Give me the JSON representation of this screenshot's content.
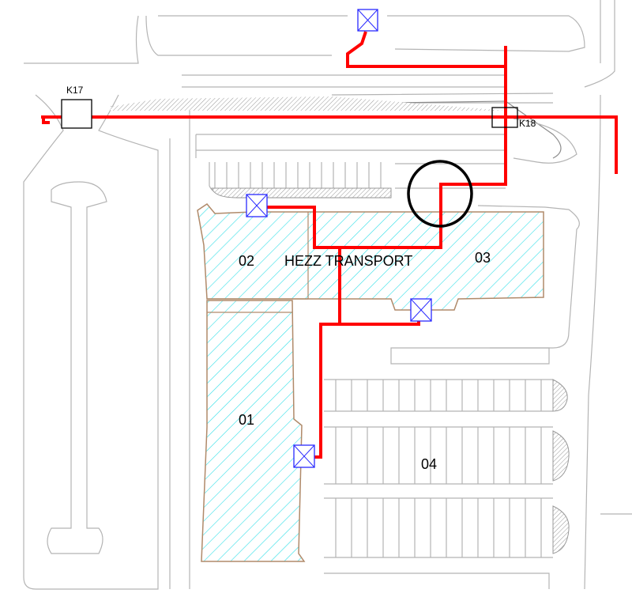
{
  "title": "Site utility plan",
  "labels": {
    "manhole_k17": "K17",
    "manhole_k18": "K18",
    "building_02": "02",
    "building_03": "03",
    "building_01": "01",
    "parking_04": "04",
    "company": "HEZZ TRANSPORT"
  },
  "colors": {
    "pipe": "#ff0000",
    "valve": "#2a2aff",
    "building_hatch": "#33e0e8",
    "building_outline": "#b08a6a",
    "highlight_circle": "#000000"
  }
}
